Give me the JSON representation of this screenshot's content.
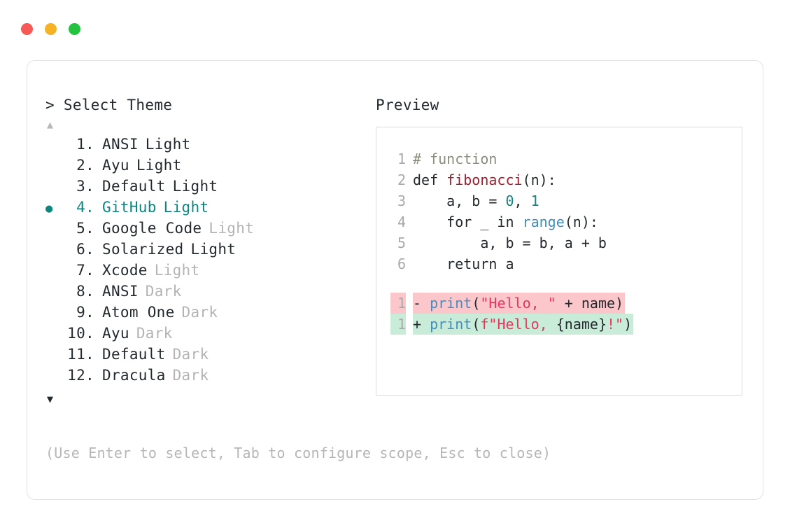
{
  "window": {
    "dots": [
      {
        "name": "close-dot",
        "color": "#f75a56"
      },
      {
        "name": "minimize-dot",
        "color": "#f5b227"
      },
      {
        "name": "maximize-dot",
        "color": "#23c23f"
      }
    ]
  },
  "picker": {
    "prompt": "> Select Theme",
    "scroll_up": "▲",
    "scroll_down": "▼",
    "selected_bullet": "●",
    "selected_index": 4,
    "hint": "(Use Enter to select, Tab to configure scope, Esc to close)",
    "items": [
      {
        "index": "1.",
        "name": "ANSI",
        "suffix": "Light",
        "suffix_muted": false,
        "selected": false
      },
      {
        "index": "2.",
        "name": "Ayu",
        "suffix": "Light",
        "suffix_muted": false,
        "selected": false
      },
      {
        "index": "3.",
        "name": "Default",
        "suffix": "Light",
        "suffix_muted": false,
        "selected": false
      },
      {
        "index": "4.",
        "name": "GitHub",
        "suffix": "Light",
        "suffix_muted": false,
        "selected": true
      },
      {
        "index": "5.",
        "name": "Google Code",
        "suffix": "Light",
        "suffix_muted": true,
        "selected": false
      },
      {
        "index": "6.",
        "name": "Solarized",
        "suffix": "Light",
        "suffix_muted": false,
        "selected": false
      },
      {
        "index": "7.",
        "name": "Xcode",
        "suffix": "Light",
        "suffix_muted": true,
        "selected": false
      },
      {
        "index": "8.",
        "name": "ANSI",
        "suffix": "Dark",
        "suffix_muted": true,
        "selected": false
      },
      {
        "index": "9.",
        "name": "Atom One",
        "suffix": "Dark",
        "suffix_muted": true,
        "selected": false
      },
      {
        "index": "10.",
        "name": "Ayu",
        "suffix": "Dark",
        "suffix_muted": true,
        "selected": false
      },
      {
        "index": "11.",
        "name": "Default",
        "suffix": "Dark",
        "suffix_muted": true,
        "selected": false
      },
      {
        "index": "12.",
        "name": "Dracula",
        "suffix": "Dark",
        "suffix_muted": true,
        "selected": false
      }
    ]
  },
  "preview": {
    "title": "Preview",
    "code_lines": [
      {
        "ln": "1",
        "tokens": [
          {
            "t": "# function",
            "k": "comment"
          }
        ]
      },
      {
        "ln": "2",
        "tokens": [
          {
            "t": "def ",
            "k": "keyword"
          },
          {
            "t": "fibonacci",
            "k": "func"
          },
          {
            "t": "(n):",
            "k": "plain"
          }
        ]
      },
      {
        "ln": "3",
        "tokens": [
          {
            "t": "    a, b = ",
            "k": "plain"
          },
          {
            "t": "0",
            "k": "number"
          },
          {
            "t": ", ",
            "k": "plain"
          },
          {
            "t": "1",
            "k": "number"
          }
        ]
      },
      {
        "ln": "4",
        "tokens": [
          {
            "t": "    for _ in ",
            "k": "plain"
          },
          {
            "t": "range",
            "k": "builtin"
          },
          {
            "t": "(n):",
            "k": "plain"
          }
        ]
      },
      {
        "ln": "5",
        "tokens": [
          {
            "t": "        a, b = b, a + b",
            "k": "plain"
          }
        ]
      },
      {
        "ln": "6",
        "tokens": [
          {
            "t": "    return a",
            "k": "plain"
          }
        ]
      }
    ],
    "diff_lines": [
      {
        "ln": "1",
        "kind": "remove",
        "marker": "- ",
        "tokens": [
          {
            "t": "print",
            "k": "builtin"
          },
          {
            "t": "(",
            "k": "plain"
          },
          {
            "t": "\"Hello, \"",
            "k": "string"
          },
          {
            "t": " + name)",
            "k": "plain"
          }
        ]
      },
      {
        "ln": "1",
        "kind": "add",
        "marker": "+ ",
        "tokens": [
          {
            "t": "print",
            "k": "builtin"
          },
          {
            "t": "(",
            "k": "plain"
          },
          {
            "t": "f\"Hello, ",
            "k": "string"
          },
          {
            "t": "{name}",
            "k": "plain"
          },
          {
            "t": "!\"",
            "k": "string"
          },
          {
            "t": ")",
            "k": "plain"
          }
        ]
      }
    ]
  },
  "colors": {
    "accent_teal": "#10847f",
    "text": "#24292e",
    "muted": "#b4b4b4",
    "border": "#e2e2e4",
    "diff_remove_bg": "#fbc7cb",
    "diff_add_bg": "#c9ecd9",
    "comment": "#8a8f7d",
    "func": "#a51d2d",
    "builtin": "#3f8fc4",
    "string": "#e8355b"
  }
}
